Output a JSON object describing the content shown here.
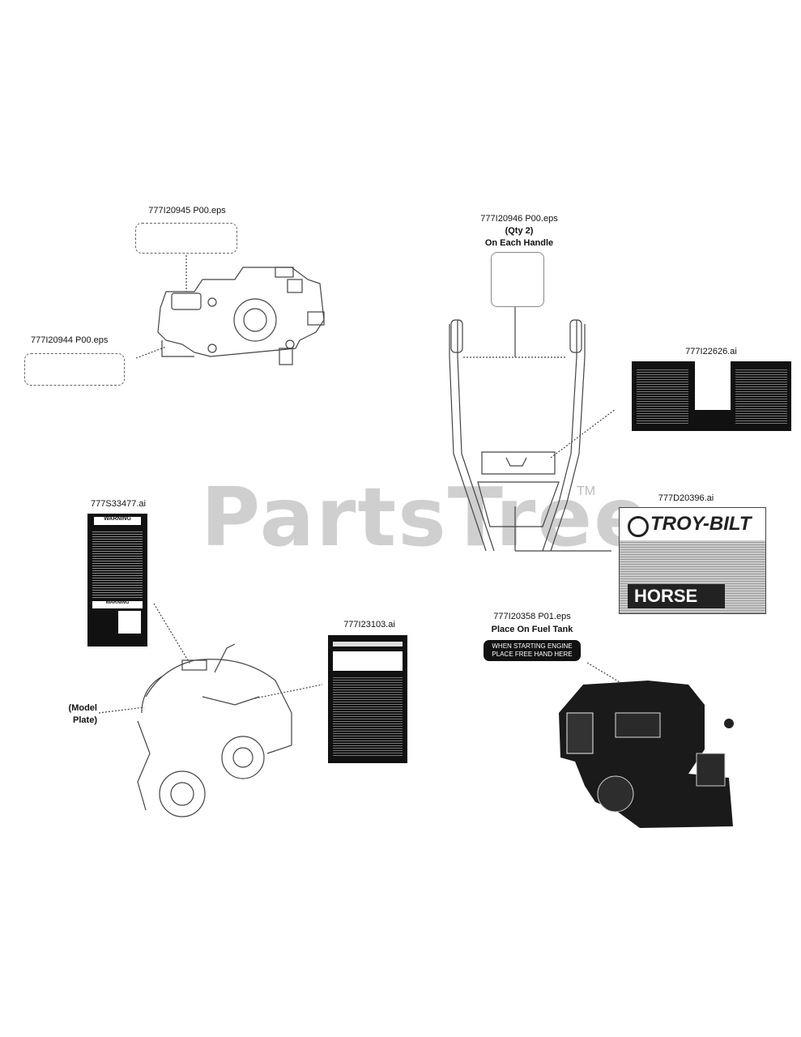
{
  "watermark": {
    "text": "PartsTree",
    "tm": "TM"
  },
  "callouts": {
    "c1": "777I20945 P00.eps",
    "c2": "777I20944 P00.eps",
    "c3": "777I20946 P00.eps",
    "c3_qty": "(Qty 2)",
    "c3_note": "On Each Handle",
    "c4": "777I22626.ai",
    "c5": "777D20396.ai",
    "c6": "777S33477.ai",
    "c7": "777I23103.ai",
    "c8": "777I20358 P01.eps",
    "c8_note": "Place On Fuel Tank",
    "model_plate_line1": "(Model",
    "model_plate_line2": "Plate)"
  },
  "decals": {
    "troy_bilt_brand": "TROY-BILT",
    "horse_text": "HORSE",
    "fuel_line1": "WHEN STARTING ENGINE",
    "fuel_line2": "PLACE FREE HAND HERE",
    "warning_title": "WARNING",
    "warning2_title": "WARNING"
  }
}
